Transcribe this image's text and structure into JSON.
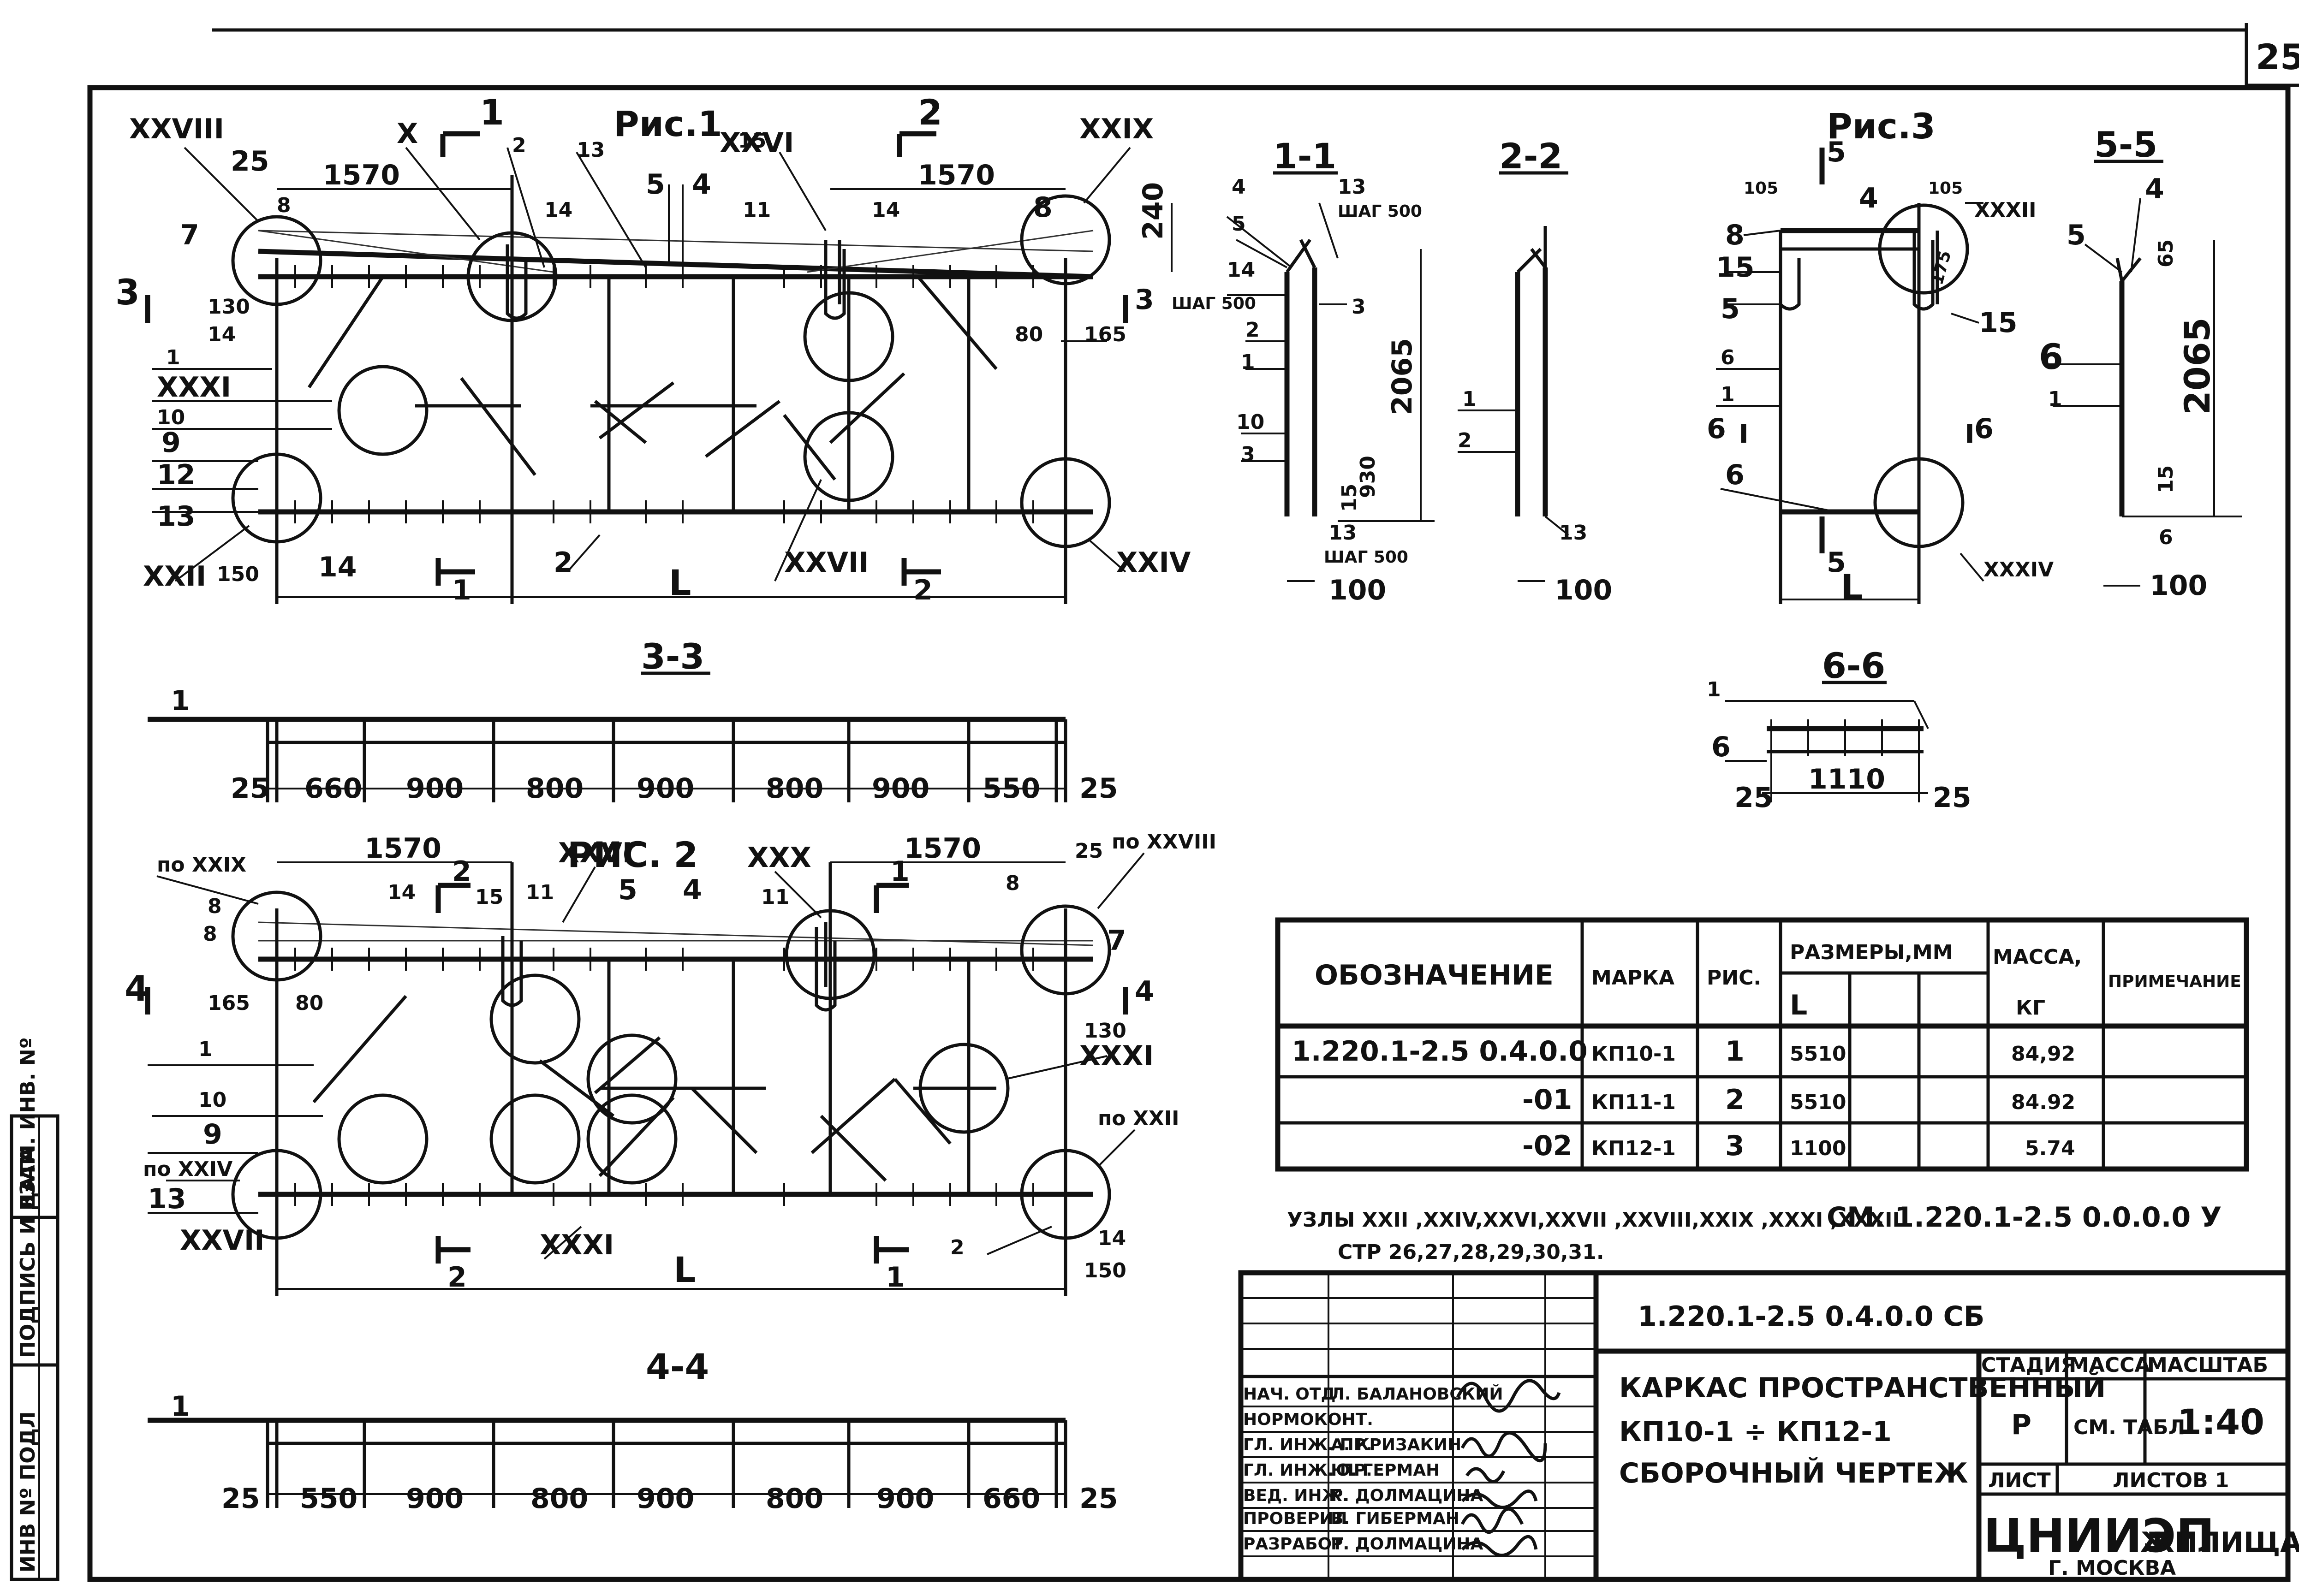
{
  "page": {
    "number": "25"
  },
  "side_stamp": {
    "inv_podl": "ИНВ Nº ПОДЛ",
    "podpis": "ПОДПИСЬ И ДАТА",
    "vzam": "ВЗАМ. ИНВ. Nº"
  },
  "figures": {
    "fig1": "Рис.1",
    "fig2": "РИС. 2",
    "fig3": "Рис.3",
    "s11": "1-1",
    "s22": "2-2",
    "s33": "3-3",
    "s44": "4-4",
    "s55": "5-5",
    "s66": "6-6"
  },
  "fig1": {
    "node_labels": [
      "XXVIII",
      "X",
      "XXVI",
      "XXIX",
      "XXXI",
      "XXII",
      "XXVII",
      "XXIV"
    ],
    "dims": [
      "25",
      "1570",
      "1570",
      "240",
      "130",
      "80",
      "165",
      "150",
      "L"
    ],
    "positions": [
      "7",
      "8",
      "8",
      "14",
      "1",
      "10",
      "9",
      "12",
      "13",
      "14",
      "2",
      "2",
      "13",
      "5",
      "4",
      "15",
      "11",
      "14",
      "14"
    ],
    "cuts": [
      "1",
      "1",
      "2",
      "2",
      "3",
      "3"
    ]
  },
  "sec11": {
    "labels": [
      "4",
      "13",
      "ШАГ 500",
      "5",
      "14",
      "ШАГ 500",
      "3",
      "2",
      "1",
      "10",
      "3",
      "15",
      "13",
      "ШАГ 500",
      "2065",
      "930",
      "100"
    ]
  },
  "sec22": {
    "labels": [
      "1",
      "2",
      "13",
      "100"
    ]
  },
  "fig3": {
    "labels": [
      "5",
      "105",
      "105",
      "4",
      "XXXII",
      "8",
      "15",
      "5",
      "15",
      "6",
      "1",
      "6",
      "6",
      "5",
      "6",
      "XXXIV",
      "L",
      "175"
    ]
  },
  "sec55": {
    "labels": [
      "4",
      "5",
      "65",
      "6",
      "1",
      "2065",
      "15",
      "6",
      "100"
    ]
  },
  "sec66": {
    "labels": [
      "1",
      "6",
      "25",
      "1110",
      "25"
    ]
  },
  "sec33": {
    "left_label": "1",
    "dims": [
      "25",
      "660",
      "900",
      "800",
      "900",
      "800",
      "900",
      "550",
      "25"
    ]
  },
  "fig2": {
    "node_labels": [
      "по XXIX",
      "XXVI",
      "XXX",
      "по XXVIII",
      "XXXI",
      "по XXII",
      "по XXIV",
      "XXVII",
      "XXXI"
    ],
    "dims": [
      "1570",
      "1570",
      "25",
      "165",
      "80",
      "130",
      "150",
      "L"
    ],
    "positions": [
      "8",
      "8",
      "14",
      "15",
      "11",
      "5",
      "4",
      "11",
      "8",
      "7",
      "1",
      "10",
      "9",
      "13",
      "14",
      "2"
    ],
    "cuts": [
      "2",
      "1",
      "4",
      "4",
      "2",
      "1"
    ]
  },
  "sec44": {
    "left_label": "1",
    "dims": [
      "25",
      "550",
      "900",
      "800",
      "900",
      "800",
      "900",
      "660",
      "25"
    ]
  },
  "table": {
    "headers": {
      "designation": "ОБОЗНАЧЕНИЕ",
      "mark": "МАРКА",
      "fig": "РИС.",
      "dims": "РАЗМЕРЫ,ММ",
      "dim_L": "L",
      "mass": "МАССА,",
      "mass_unit": "КГ",
      "note": "ПРИМЕЧАНИЕ"
    },
    "rows": [
      {
        "designation": "1.220.1-2.5  0.4.0.0",
        "mark": "КП10-1",
        "fig": "1",
        "L": "5510",
        "mass": "84,92"
      },
      {
        "designation": "-01",
        "mark": "КП11-1",
        "fig": "2",
        "L": "5510",
        "mass": "84.92"
      },
      {
        "designation": "-02",
        "mark": "КП12-1",
        "fig": "3",
        "L": "1100",
        "mass": "5.74"
      }
    ]
  },
  "notes": {
    "nodes": "УЗЛЫ XXII ,XXIV,XXVI,XXVII ,XXVIII,XXIX ,XXXI ,XXXII",
    "see": "СМ.  1.220.1-2.5  0.0.0.0 У",
    "pages": "СТР  26,27,28,29,30,31."
  },
  "title_block": {
    "code": "1.220.1-2.5  0.4.0.0  СБ",
    "title_line1": "КАРКАС  ПРОСТРАНСТВЕННЫЙ",
    "title_line2": "КП10-1 ÷ КП12-1",
    "title_line3": "СБОРОЧНЫЙ  ЧЕРТЕЖ",
    "stage_label": "СТАДИЯ",
    "mass_label": "МАССА",
    "scale_label": "МАСШТАБ",
    "stage": "Р",
    "mass": "СМ. ТАБЛ.",
    "scale": "1:40",
    "sheet_label": "ЛИСТ",
    "sheets_label": "ЛИСТОВ 1",
    "org": "ЦНИИЭП",
    "org_suffix": "ЖИЛИЩА",
    "city": "Г. МОСКВА",
    "signatures": [
      {
        "role": "НАЧ. ОТД",
        "name": "Л. БАЛАНОВСКИЙ"
      },
      {
        "role": "НОРМОКОНТ.",
        "name": ""
      },
      {
        "role": "ГЛ. ИНЖ. ПР.",
        "name": "А. КРИЗАКИН"
      },
      {
        "role": "ГЛ. ИНЖ. ПР.",
        "name": "Ю. ГЕРМАН"
      },
      {
        "role": "ВЕД. ИНЖ.",
        "name": "Р. ДОЛМАЦИНА"
      },
      {
        "role": "ПРОВЕРИЛ",
        "name": "В. ГИБЕРМАН"
      },
      {
        "role": "РАЗРАБОТ.",
        "name": "Р. ДОЛМАЦИНА"
      }
    ]
  }
}
